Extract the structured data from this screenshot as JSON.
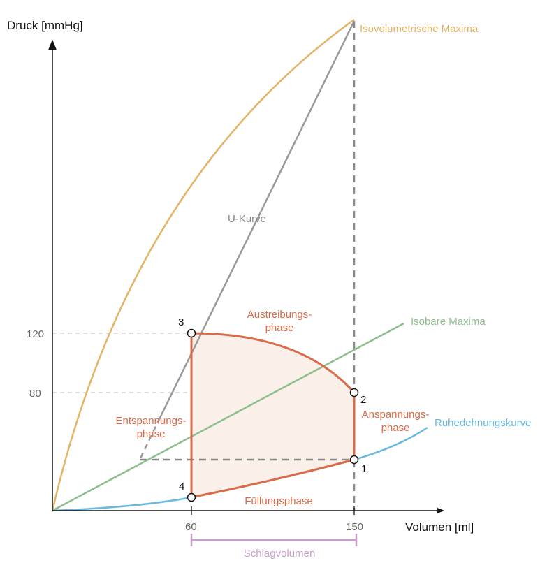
{
  "axes": {
    "y_label": "Druck [mmHg]",
    "x_label": "Volumen [ml]",
    "y_ticks": [
      "120",
      "80"
    ],
    "x_ticks": [
      "60",
      "150"
    ]
  },
  "curves": {
    "isovolumetric": "Isovolumetrische Maxima",
    "u_curve": "U-Kurve",
    "isobaric": "Isobare Maxima",
    "resting": "Ruhedehnungskurve"
  },
  "phases": {
    "ejection_1": "Austreibungs-",
    "ejection_2": "phase",
    "contraction_1": "Anspannungs-",
    "contraction_2": "phase",
    "relaxation_1": "Entspannungs-",
    "relaxation_2": "phase",
    "filling": "Füllungsphase"
  },
  "points": [
    "1",
    "2",
    "3",
    "4"
  ],
  "stroke_volume": "Schlagvolumen",
  "colors": {
    "orange": "#e3b466",
    "gray": "#999999",
    "green": "#8cbf8c",
    "blue": "#6ab8e0",
    "loop": "#d96b49",
    "loop_fill": "#fbefe9",
    "purple": "#c79fc9",
    "dash": "#888888",
    "guide": "#cccccc"
  }
}
